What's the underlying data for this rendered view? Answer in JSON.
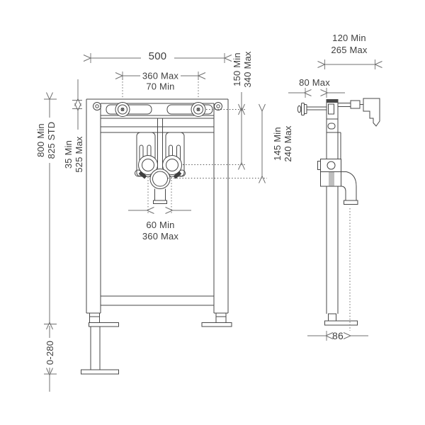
{
  "drawing": {
    "front_view": {
      "width": "500",
      "bolt_spacing": {
        "line1": "360 Max",
        "line2": "70 Min"
      },
      "frame_height": {
        "line1": "800 Min",
        "line2": "825 STD"
      },
      "top_offset": {
        "line1": "35 Min",
        "line2": "525 Max"
      },
      "leg_adjustment": "0-280",
      "inlet_spacing": {
        "line1": "60 Min",
        "line2": "360 Max"
      },
      "bracket_drop": {
        "line1": "150 Min",
        "line2": "340 Max"
      },
      "connection_drop": {
        "line1": "145 Min",
        "line2": "240 Max"
      }
    },
    "side_view": {
      "bracket_reach": {
        "line1": "120 Min",
        "line2": "265 Max"
      },
      "fixing_offset": "80 Max",
      "outlet_offset": "86"
    },
    "colors": {
      "line": "#474747",
      "dimension": "#707070",
      "text": "#3f3f3f",
      "background": "#ffffff"
    }
  }
}
